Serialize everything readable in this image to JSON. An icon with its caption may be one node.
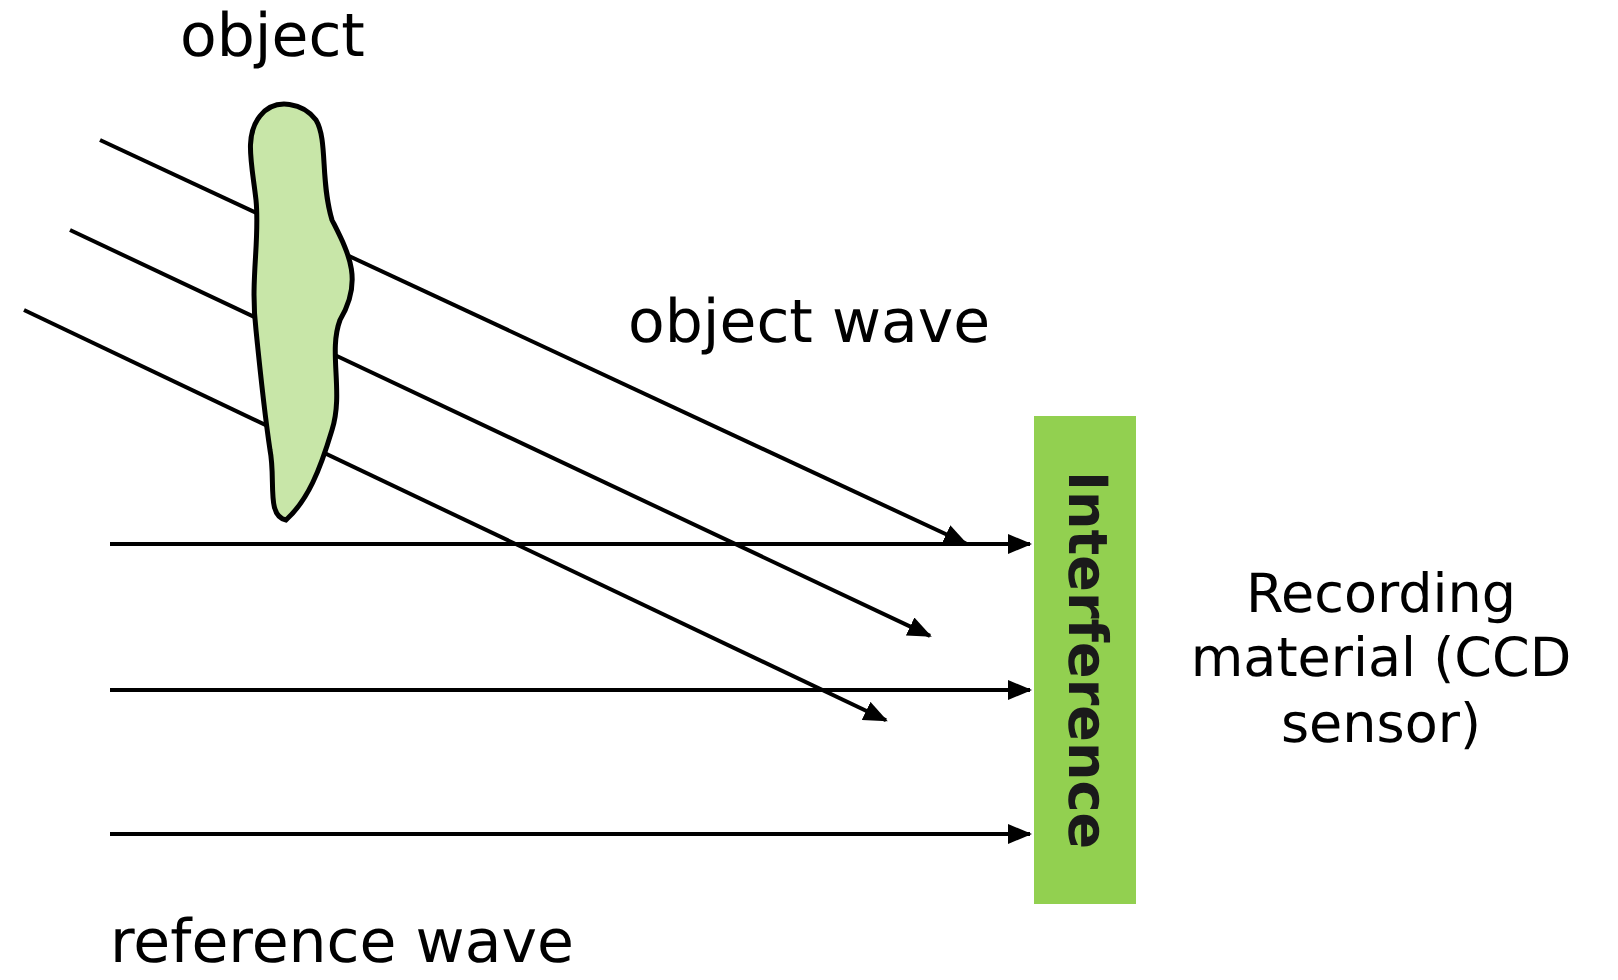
{
  "diagram": {
    "nodes": [
      {
        "text": [
          "object"
        ]
      },
      {
        "text": [
          "Interference"
        ],
        "beside": [
          "Recording material (CCD sensor)"
        ]
      }
    ],
    "edges": [
      {
        "from": null,
        "to": 1,
        "arrow": "to"
      },
      {
        "from": null,
        "to": 1,
        "arrow": "to"
      },
      {
        "from": null,
        "to": 1,
        "arrow": "to"
      },
      {
        "from": null,
        "to": 1,
        "arrow": "to"
      },
      {
        "from": null,
        "to": 1,
        "arrow": "to"
      },
      {
        "from": null,
        "to": 1,
        "arrow": "to"
      }
    ],
    "labels": [
      "object wave",
      "reference wave"
    ]
  }
}
